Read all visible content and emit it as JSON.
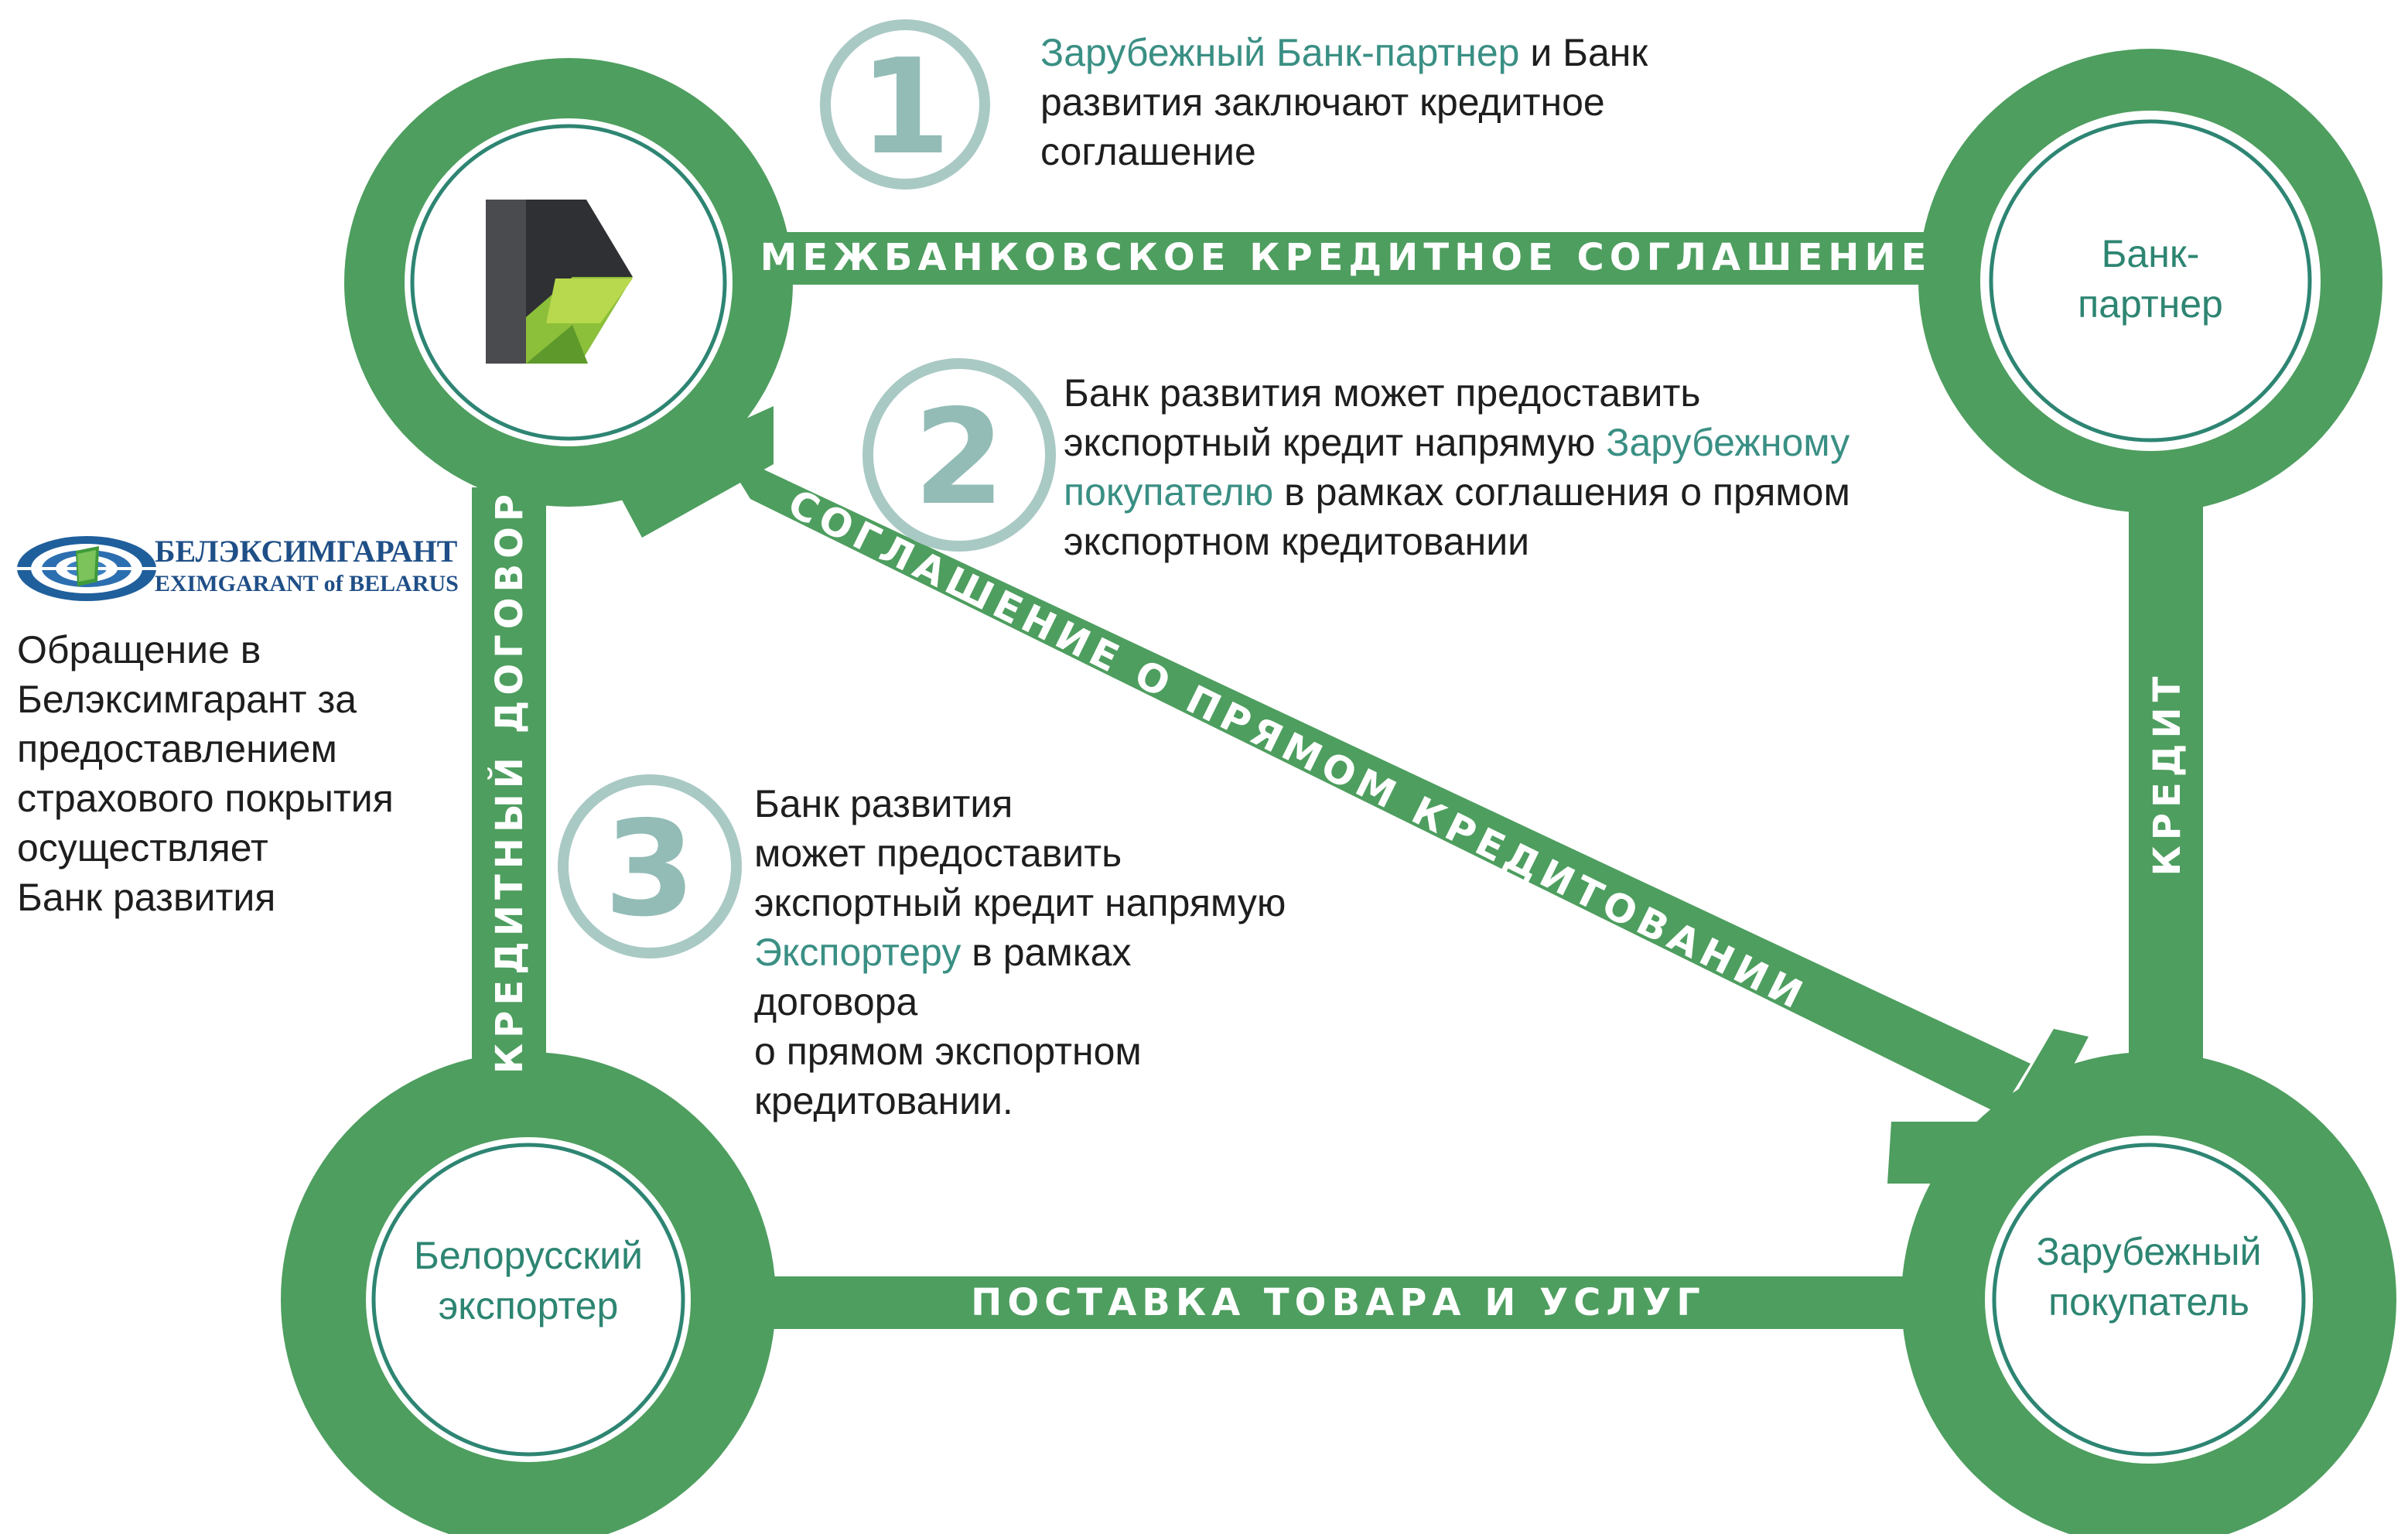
{
  "colors": {
    "band": "#4e9e5f",
    "step_ring": "#a9c9c4",
    "step_number": "#93bcb6",
    "node_text": "#2d8572",
    "body_text": "#1e1e1e",
    "highlight_text": "#3a8f84"
  },
  "nodes": {
    "development_bank": {
      "logo": "development-bank-logo-icon"
    },
    "partner_bank": {
      "line1": "Банк-",
      "line2": "партнер"
    },
    "exporter": {
      "line1": "Белорусский",
      "line2": "экспортер"
    },
    "foreign_buyer": {
      "line1": "Зарубежный",
      "line2": "покупатель"
    }
  },
  "links": {
    "interbank": "МЕЖБАНКОВСКОЕ КРЕДИТНОЕ СОГЛАШЕНИЕ",
    "direct": "СОГЛАШЕНИЕ О ПРЯМОМ КРЕДИТОВАНИИ",
    "loan_contract": "КРЕДИТНЫЙ ДОГОВОР",
    "credit": "КРЕДИТ",
    "supply": "ПОСТАВКА ТОВАРА И УСЛУГ"
  },
  "steps": [
    {
      "number": "1",
      "lines": [
        [
          "hl:Зарубежный Банк-партнер",
          " и Банк"
        ],
        [
          "развития заключают кредитное"
        ],
        [
          "соглашение"
        ]
      ]
    },
    {
      "number": "2",
      "lines": [
        [
          "Банк развития может предоставить"
        ],
        [
          "экспортный кредит напрямую ",
          "hl:Зарубежному"
        ],
        [
          "hl:покупателю",
          " в рамках соглашения о прямом"
        ],
        [
          "экспортном кредитовании"
        ]
      ]
    },
    {
      "number": "3",
      "lines": [
        [
          "Банк развития"
        ],
        [
          "может предоставить"
        ],
        [
          "экспортный кредит напрямую"
        ],
        [
          "hl:Экспортеру",
          " в рамках"
        ],
        [
          "договора"
        ],
        [
          "о прямом экспортном"
        ],
        [
          "кредитовании."
        ]
      ]
    }
  ],
  "insurer": {
    "logo": "eximgarant-logo-icon",
    "name_ru": "БЕЛЭКСИМГАРАНТ",
    "name_en": "EXIMGARANT of BELARUS",
    "lines": [
      "Обращение в",
      "Белэксимгарант за",
      "предоставлением",
      "страхового покрытия",
      "осуществляет",
      "Банк развития"
    ]
  }
}
